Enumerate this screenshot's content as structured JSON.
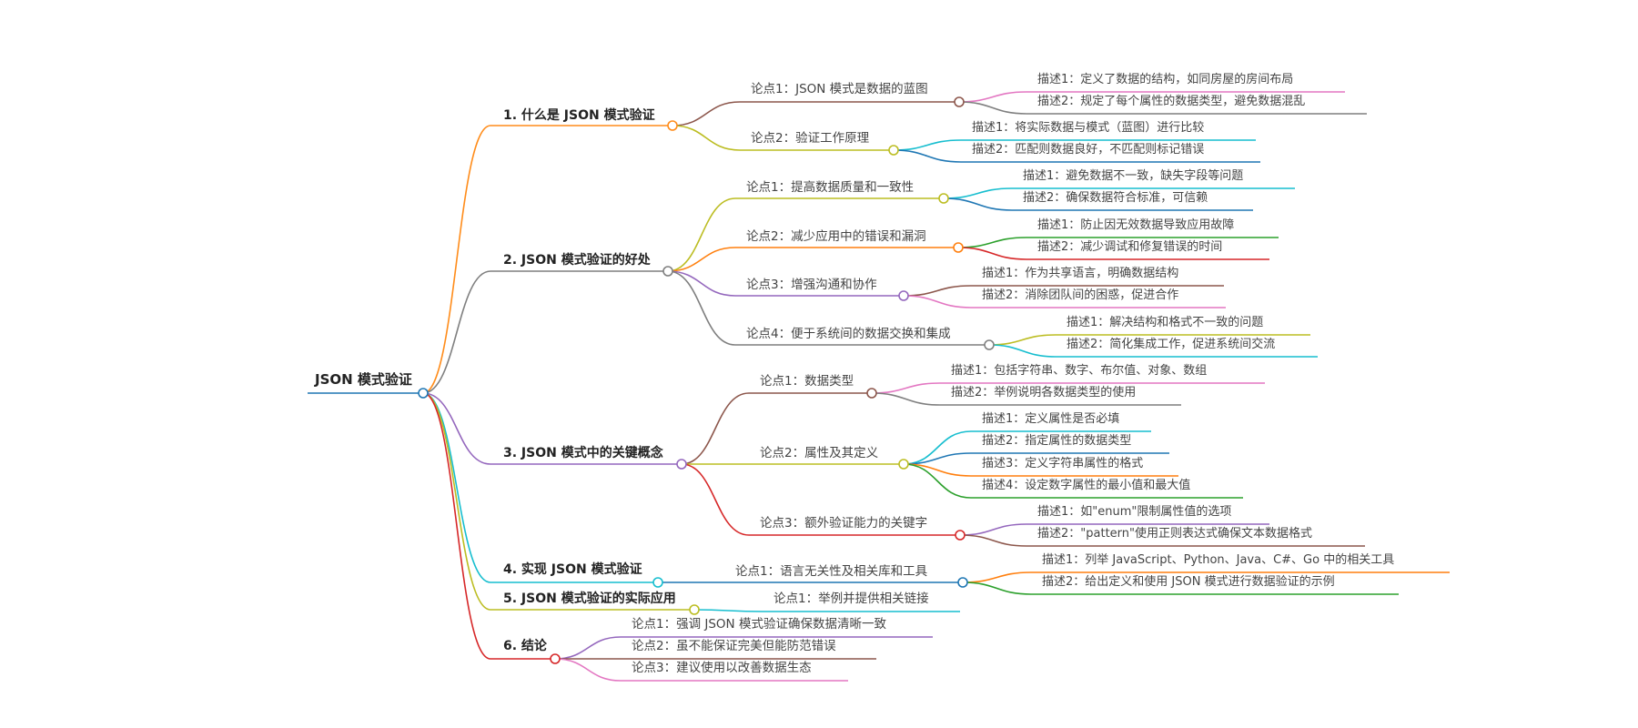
{
  "diagram": {
    "root": {
      "text": "JSON 模式验证",
      "color": "#1f77b4"
    },
    "branches": [
      {
        "id": "b1",
        "text": "1. 什么是 JSON 模式验证",
        "color": "#ff8c1a",
        "points": [
          {
            "id": "b1p1",
            "text": "论点1：JSON 模式是数据的蓝图",
            "color": "#8c564b",
            "details": [
              {
                "id": "b1p1d1",
                "text": "描述1：定义了数据的结构，如同房屋的房间布局",
                "color": "#e377c2"
              },
              {
                "id": "b1p1d2",
                "text": "描述2：规定了每个属性的数据类型，避免数据混乱",
                "color": "#7f7f7f"
              }
            ]
          },
          {
            "id": "b1p2",
            "text": "论点2：验证工作原理",
            "color": "#bcbd22",
            "details": [
              {
                "id": "b1p2d1",
                "text": "描述1：将实际数据与模式（蓝图）进行比较",
                "color": "#17becf"
              },
              {
                "id": "b1p2d2",
                "text": "描述2：匹配则数据良好，不匹配则标记错误",
                "color": "#1f77b4"
              }
            ]
          }
        ]
      },
      {
        "id": "b2",
        "text": "2. JSON 模式验证的好处",
        "color": "#7f7f7f",
        "points": [
          {
            "id": "b2p1",
            "text": "论点1：提高数据质量和一致性",
            "color": "#bcbd22",
            "details": [
              {
                "id": "b2p1d1",
                "text": "描述1：避免数据不一致，缺失字段等问题",
                "color": "#17becf"
              },
              {
                "id": "b2p1d2",
                "text": "描述2：确保数据符合标准，可信赖",
                "color": "#1f77b4"
              }
            ]
          },
          {
            "id": "b2p2",
            "text": "论点2：减少应用中的错误和漏洞",
            "color": "#ff7f0e",
            "details": [
              {
                "id": "b2p2d1",
                "text": "描述1：防止因无效数据导致应用故障",
                "color": "#2ca02c"
              },
              {
                "id": "b2p2d2",
                "text": "描述2：减少调试和修复错误的时间",
                "color": "#d62728"
              }
            ]
          },
          {
            "id": "b2p3",
            "text": "论点3：增强沟通和协作",
            "color": "#9467bd",
            "details": [
              {
                "id": "b2p3d1",
                "text": "描述1：作为共享语言，明确数据结构",
                "color": "#8c564b"
              },
              {
                "id": "b2p3d2",
                "text": "描述2：消除团队间的困惑，促进合作",
                "color": "#e377c2"
              }
            ]
          },
          {
            "id": "b2p4",
            "text": "论点4：便于系统间的数据交换和集成",
            "color": "#7f7f7f",
            "details": [
              {
                "id": "b2p4d1",
                "text": "描述1：解决结构和格式不一致的问题",
                "color": "#bcbd22"
              },
              {
                "id": "b2p4d2",
                "text": "描述2：简化集成工作，促进系统间交流",
                "color": "#17becf"
              }
            ]
          }
        ]
      },
      {
        "id": "b3",
        "text": "3. JSON 模式中的关键概念",
        "color": "#9467bd",
        "points": [
          {
            "id": "b3p1",
            "text": "论点1：数据类型",
            "color": "#8c564b",
            "details": [
              {
                "id": "b3p1d1",
                "text": "描述1：包括字符串、数字、布尔值、对象、数组",
                "color": "#e377c2"
              },
              {
                "id": "b3p1d2",
                "text": "描述2：举例说明各数据类型的使用",
                "color": "#7f7f7f"
              }
            ]
          },
          {
            "id": "b3p2",
            "text": "论点2：属性及其定义",
            "color": "#bcbd22",
            "details": [
              {
                "id": "b3p2d1",
                "text": "描述1：定义属性是否必填",
                "color": "#17becf"
              },
              {
                "id": "b3p2d2",
                "text": "描述2：指定属性的数据类型",
                "color": "#1f77b4"
              },
              {
                "id": "b3p2d3",
                "text": "描述3：定义字符串属性的格式",
                "color": "#ff7f0e"
              },
              {
                "id": "b3p2d4",
                "text": "描述4：设定数字属性的最小值和最大值",
                "color": "#2ca02c"
              }
            ]
          },
          {
            "id": "b3p3",
            "text": "论点3：额外验证能力的关键字",
            "color": "#d62728",
            "details": [
              {
                "id": "b3p3d1",
                "text": "描述1：如\"enum\"限制属性值的选项",
                "color": "#9467bd"
              },
              {
                "id": "b3p3d2",
                "text": "描述2：\"pattern\"使用正则表达式确保文本数据格式",
                "color": "#8c564b"
              }
            ]
          }
        ]
      },
      {
        "id": "b4",
        "text": "4. 实现 JSON 模式验证",
        "color": "#17becf",
        "points": [
          {
            "id": "b4p1",
            "text": "论点1：语言无关性及相关库和工具",
            "color": "#1f77b4",
            "details": [
              {
                "id": "b4p1d1",
                "text": "描述1：列举 JavaScript、Python、Java、C#、Go 中的相关工具",
                "color": "#ff7f0e"
              },
              {
                "id": "b4p1d2",
                "text": "描述2：给出定义和使用 JSON 模式进行数据验证的示例",
                "color": "#2ca02c"
              }
            ]
          }
        ]
      },
      {
        "id": "b5",
        "text": "5. JSON 模式验证的实际应用",
        "color": "#bcbd22",
        "points": [
          {
            "id": "b5p1",
            "text": "论点1：举例并提供相关链接",
            "color": "#17becf",
            "details": []
          }
        ]
      },
      {
        "id": "b6",
        "text": "6. 结论",
        "color": "#d62728",
        "points": [
          {
            "id": "b6p1",
            "text": "论点1：强调 JSON 模式验证确保数据清晰一致",
            "color": "#9467bd",
            "details": []
          },
          {
            "id": "b6p2",
            "text": "论点2：虽不能保证完美但能防范错误",
            "color": "#8c564b",
            "details": []
          },
          {
            "id": "b6p3",
            "text": "论点3：建议使用以改善数据生态",
            "color": "#e377c2",
            "details": []
          }
        ]
      }
    ]
  }
}
